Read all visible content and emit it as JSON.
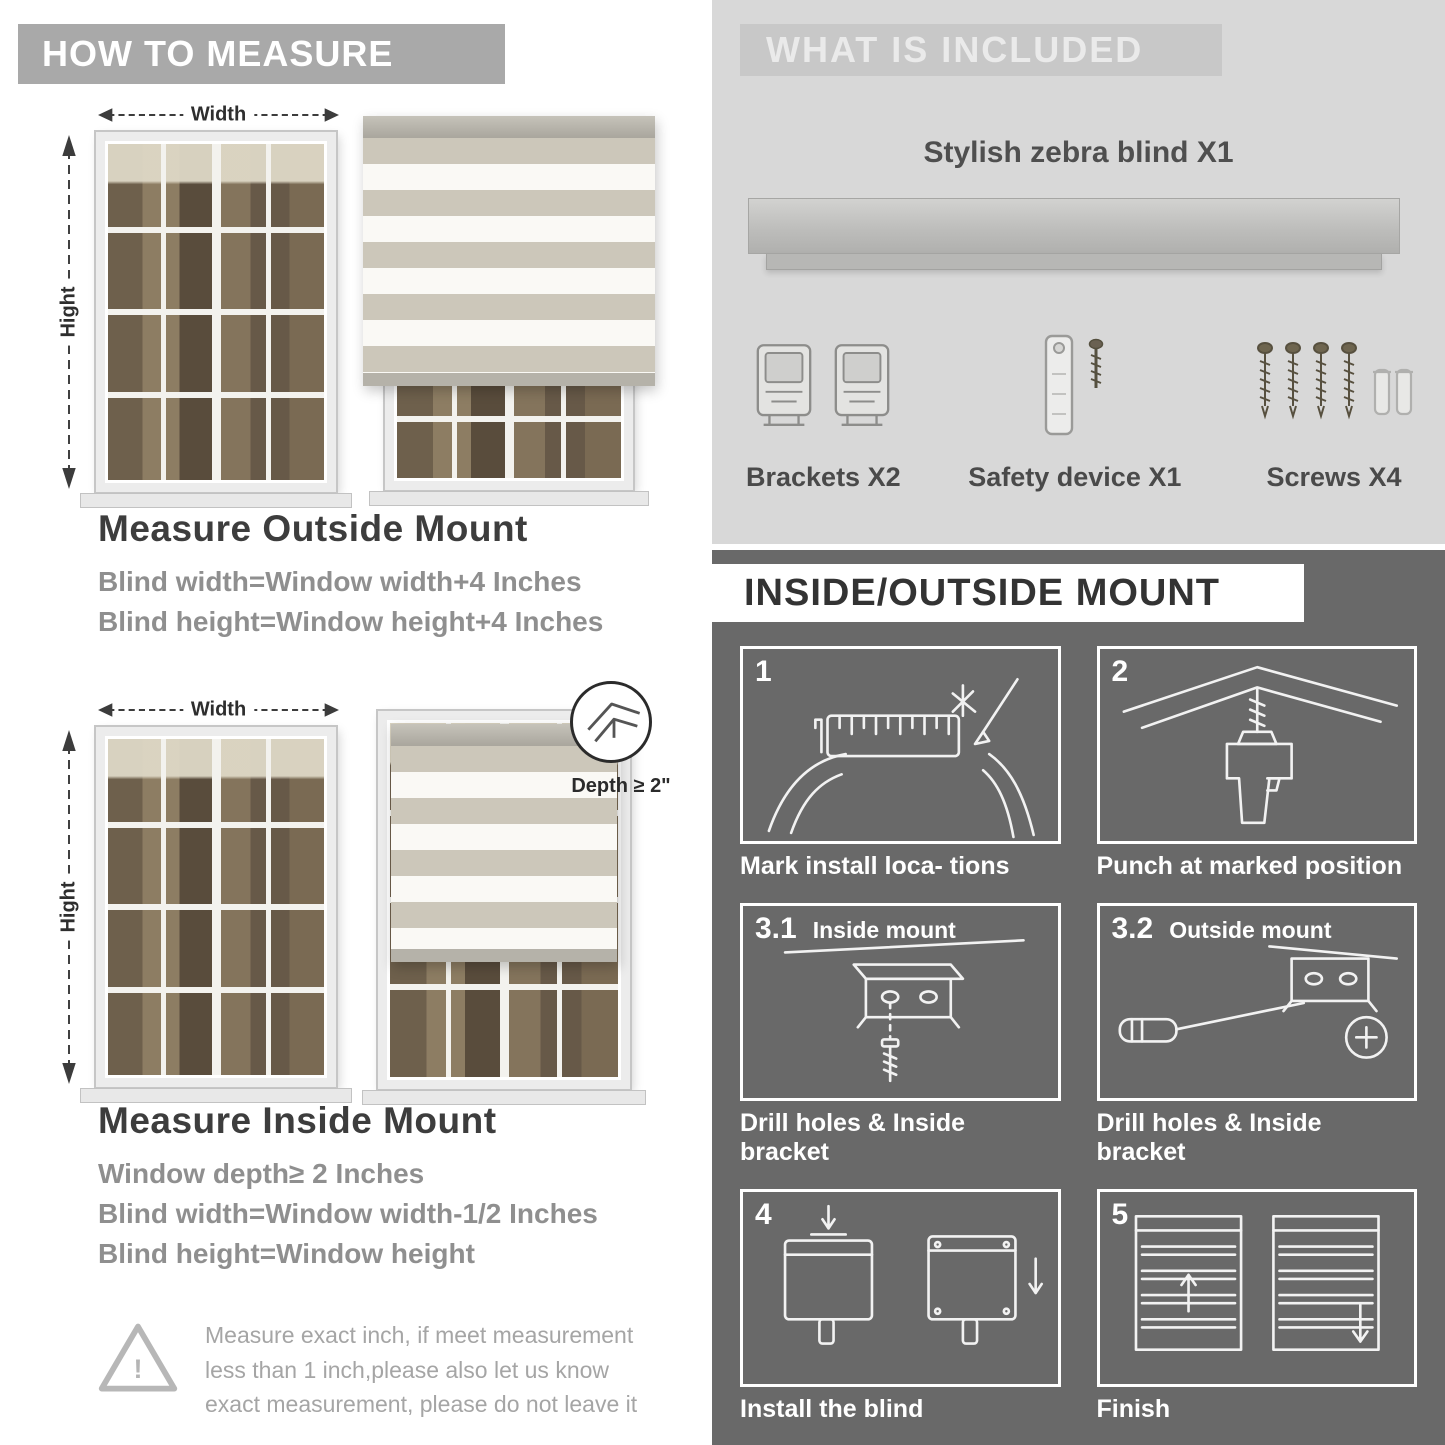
{
  "colors": {
    "banner_bg": "#a9a9a9",
    "included_bg": "#d8d8d8",
    "mount_bg": "#696969",
    "heading_text": "#3d3d3d",
    "formula_text": "#8f8f8f",
    "stripe_tan": "#ccc7ba"
  },
  "left": {
    "header": "HOW TO MEASURE",
    "outside": {
      "width_label": "Width",
      "height_label": "Hight",
      "title": "Measure Outside Mount",
      "line1": "Blind width=Window width+4 Inches",
      "line2": "Blind height=Window height+4 Inches"
    },
    "inside": {
      "width_label": "Width",
      "height_label": "Hight",
      "depth_label": "Depth ≥ 2\"",
      "title": "Measure Inside Mount",
      "line1": "Window depth≥ 2 Inches",
      "line2": "Blind width=Window width-1/2 Inches",
      "line3": "Blind height=Window height"
    },
    "warning_mark": "!",
    "note": "Measure exact inch, if meet measurement less than 1 inch,please also let us know exact measurement, please do not leave it"
  },
  "right": {
    "included": {
      "header": "WHAT IS INCLUDED",
      "product": "Stylish zebra blind X1",
      "items": [
        {
          "label": "Brackets X2",
          "icon": "bracket-icon"
        },
        {
          "label": "Safety device X1",
          "icon": "safety-device-icon"
        },
        {
          "label": "Screws X4",
          "icon": "screws-icon"
        }
      ]
    },
    "mount": {
      "header": "INSIDE/OUTSIDE MOUNT",
      "steps": [
        {
          "num": "1",
          "inline": "",
          "caption": "Mark install loca- tions",
          "icon": "measuring-tape-icon"
        },
        {
          "num": "2",
          "inline": "",
          "caption": "Punch at  marked position",
          "icon": "drill-icon"
        },
        {
          "num": "3.1",
          "inline": "Inside mount",
          "caption": "Drill holes &  Inside bracket",
          "icon": "inside-bracket-icon"
        },
        {
          "num": "3.2",
          "inline": "Outside mount",
          "caption": "Drill holes &  Inside bracket",
          "icon": "outside-bracket-icon"
        },
        {
          "num": "4",
          "inline": "",
          "caption": "Install the blind",
          "icon": "install-blind-icon"
        },
        {
          "num": "5",
          "inline": "",
          "caption": "Finish",
          "icon": "finish-blinds-icon"
        }
      ]
    }
  }
}
